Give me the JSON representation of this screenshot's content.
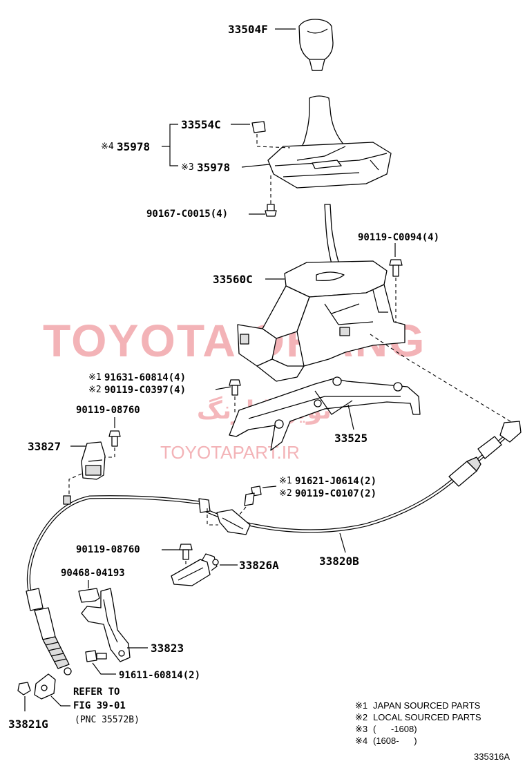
{
  "watermark": {
    "brand": "TOYOTA ORANG",
    "url": "TOYOTAPART.IR",
    "arabic": "تویوتا ارنگ"
  },
  "parts": {
    "knob": "33504F",
    "plate_top": "33554C",
    "housing_group": "35978",
    "housing_group_mark": "※4",
    "housing": "35978",
    "housing_mark": "※3",
    "bolt_a": "90167-C0015(4)",
    "bolt_b": "90119-C0094(4)",
    "lever_assy": "33560C",
    "bolt_c_line1_mark": "※1",
    "bolt_c_line1": "91631-60814(4)",
    "bolt_c_line2_mark": "※2",
    "bolt_c_line2": "90119-C0397(4)",
    "bolt_d": "90119-08760",
    "retainer": "33827",
    "bracket": "33525",
    "bolt_e_line1_mark": "※1",
    "bolt_e_line1": "91621-J0614(2)",
    "bolt_e_line2_mark": "※2",
    "bolt_e_line2": "90119-C0107(2)",
    "bolt_f": "90119-08760",
    "clamp": "33826A",
    "cable": "33820B",
    "clip": "90468-04193",
    "trans_bracket": "33823",
    "bolt_g": "91611-60814(2)",
    "washer": "33821G",
    "refer_line1": "REFER TO",
    "refer_line2": "FIG 39-01",
    "refer_line3": "(PNC 35572B)"
  },
  "legend": [
    {
      "mark": "※1",
      "text": "JAPAN SOURCED PARTS"
    },
    {
      "mark": "※2",
      "text": "LOCAL SOURCED PARTS"
    },
    {
      "mark": "※3",
      "text": "(      -1608)"
    },
    {
      "mark": "※4",
      "text": "(1608-      )"
    }
  ],
  "figure_id": "335316A"
}
